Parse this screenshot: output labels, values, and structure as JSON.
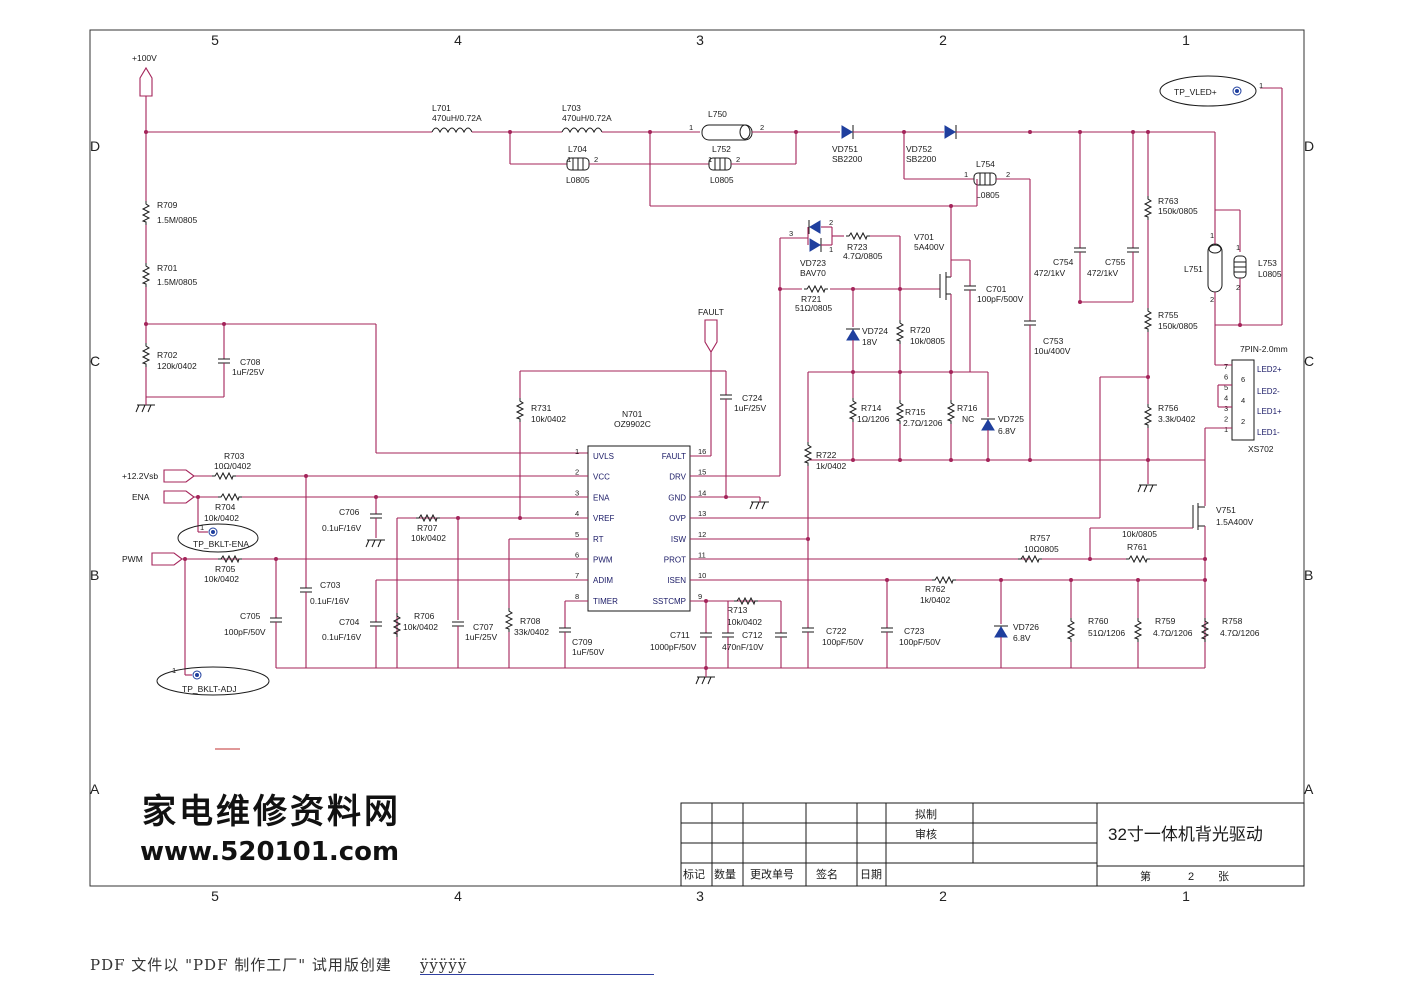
{
  "zones": {
    "top": [
      "5",
      "4",
      "3",
      "2",
      "1"
    ],
    "left": [
      "D",
      "C",
      "B",
      "A"
    ]
  },
  "rails": {
    "v100": "+100V",
    "v12": "+12.2Vsb",
    "ena": "ENA",
    "pwm": "PWM",
    "fault": "FAULT"
  },
  "testpoints": {
    "vled": "TP_VLED+",
    "bklt_ena": "TP_BKLT-ENA",
    "bklt_adj": "TP_BKLT-ADJ"
  },
  "ic": {
    "ref": "N701",
    "part": "OZ9902C",
    "left_pins": [
      {
        "num": "1",
        "name": "UVLS"
      },
      {
        "num": "2",
        "name": "VCC"
      },
      {
        "num": "3",
        "name": "ENA"
      },
      {
        "num": "4",
        "name": "VREF"
      },
      {
        "num": "5",
        "name": "RT"
      },
      {
        "num": "6",
        "name": "PWM"
      },
      {
        "num": "7",
        "name": "ADIM"
      },
      {
        "num": "8",
        "name": "TIMER"
      }
    ],
    "right_pins": [
      {
        "num": "16",
        "name": "FAULT"
      },
      {
        "num": "15",
        "name": "DRV"
      },
      {
        "num": "14",
        "name": "GND"
      },
      {
        "num": "13",
        "name": "OVP"
      },
      {
        "num": "12",
        "name": "ISW"
      },
      {
        "num": "11",
        "name": "PROT"
      },
      {
        "num": "10",
        "name": "ISEN"
      },
      {
        "num": "9",
        "name": "SSTCMP"
      }
    ]
  },
  "parts": {
    "L701": {
      "ref": "L701",
      "val": "470uH/0.72A"
    },
    "L703": {
      "ref": "L703",
      "val": "470uH/0.72A"
    },
    "L704": {
      "ref": "L704",
      "val": "L0805"
    },
    "L750": {
      "ref": "L750"
    },
    "L752": {
      "ref": "L752",
      "val": "L0805"
    },
    "L754": {
      "ref": "L754",
      "val": "L0805"
    },
    "L751": {
      "ref": "L751"
    },
    "L753": {
      "ref": "L753",
      "val": "L0805"
    },
    "VD751": {
      "ref": "VD751",
      "val": "SB2200"
    },
    "VD752": {
      "ref": "VD752",
      "val": "SB2200"
    },
    "VD723": {
      "ref": "VD723",
      "val": "BAV70"
    },
    "VD724": {
      "ref": "VD724",
      "val": "18V"
    },
    "VD725": {
      "ref": "VD725",
      "val": "6.8V"
    },
    "VD726": {
      "ref": "VD726",
      "val": "6.8V"
    },
    "V701": {
      "ref": "V701",
      "val": "5A400V"
    },
    "V751": {
      "ref": "V751",
      "val": "1.5A400V"
    },
    "R709": {
      "ref": "R709",
      "val": "1.5M/0805"
    },
    "R701": {
      "ref": "R701",
      "val": "1.5M/0805"
    },
    "R702": {
      "ref": "R702",
      "val": "120k/0402"
    },
    "C708": {
      "ref": "C708",
      "val": "1uF/25V"
    },
    "R731": {
      "ref": "R731",
      "val": "10k/0402"
    },
    "C724": {
      "ref": "C724",
      "val": "1uF/25V"
    },
    "R703": {
      "ref": "R703",
      "val": "10Ω/0402"
    },
    "R704": {
      "ref": "R704",
      "val": "10k/0402"
    },
    "R705": {
      "ref": "R705",
      "val": "10k/0402"
    },
    "C706": {
      "ref": "C706",
      "val": "0.1uF/16V"
    },
    "R707": {
      "ref": "R707",
      "val": "10k/0402"
    },
    "C703": {
      "ref": "C703",
      "val": "0.1uF/16V"
    },
    "C705": {
      "ref": "C705",
      "val": "100pF/50V"
    },
    "C704": {
      "ref": "C704",
      "val": "0.1uF/16V"
    },
    "R706": {
      "ref": "R706",
      "val": "10k/0402"
    },
    "C707": {
      "ref": "C707",
      "val": "1uF/25V"
    },
    "R708": {
      "ref": "R708",
      "val": "33k/0402"
    },
    "C709": {
      "ref": "C709",
      "val": "1uF/50V"
    },
    "C711": {
      "ref": "C711",
      "val": "1000pF/50V"
    },
    "R713": {
      "ref": "R713",
      "val": "10k/0402"
    },
    "C712": {
      "ref": "C712",
      "val": "470nF/10V"
    },
    "R723": {
      "ref": "R723",
      "val": "4.7Ω/0805"
    },
    "R721": {
      "ref": "R721",
      "val": "51Ω/0805"
    },
    "R720": {
      "ref": "R720",
      "val": "10k/0805"
    },
    "C701": {
      "ref": "C701",
      "val": "100pF/500V"
    },
    "R714": {
      "ref": "R714",
      "val": "1Ω/1206"
    },
    "R715": {
      "ref": "R715",
      "val": "2.7Ω/1206"
    },
    "R716": {
      "ref": "R716",
      "val": "NC"
    },
    "R722": {
      "ref": "R722",
      "val": "1k/0402"
    },
    "C753": {
      "ref": "C753",
      "val": "10u/400V"
    },
    "C754": {
      "ref": "C754",
      "val": "472/1kV"
    },
    "C755": {
      "ref": "C755",
      "val": "472/1kV"
    },
    "R763": {
      "ref": "R763",
      "val": "150k/0805"
    },
    "R755": {
      "ref": "R755",
      "val": "150k/0805"
    },
    "R756": {
      "ref": "R756",
      "val": "3.3k/0402"
    },
    "R757": {
      "ref": "R757",
      "val": "10Ω0805"
    },
    "R761": {
      "ref": "R761",
      "val": "10k/0805"
    },
    "R762": {
      "ref": "R762",
      "val": "1k/0402"
    },
    "C722": {
      "ref": "C722",
      "val": "100pF/50V"
    },
    "C723": {
      "ref": "C723",
      "val": "100pF/50V"
    },
    "R760": {
      "ref": "R760",
      "val": "51Ω/1206"
    },
    "R759": {
      "ref": "R759",
      "val": "4.7Ω/1206"
    },
    "R758": {
      "ref": "R758",
      "val": "4.7Ω/1206"
    }
  },
  "connector": {
    "type": "7PIN-2.0mm",
    "ref": "XS702",
    "pins": [
      "7",
      "6",
      "5",
      "4",
      "3",
      "2",
      "1"
    ],
    "nets": [
      "LED2+",
      "LED2-",
      "LED1+",
      "LED1-"
    ],
    "inner": [
      "6",
      "4",
      "2"
    ]
  },
  "pin_numbers": {
    "one": "1",
    "two": "2",
    "three": "3"
  },
  "title_block": {
    "draw": "拟制",
    "check": "审核",
    "mark": "标记",
    "qty": "数量",
    "change_no": "更改单号",
    "sign": "签名",
    "date": "日期",
    "title": "32寸一体机背光驱动",
    "sheet_label": "第",
    "sheet_num": "2",
    "sheet_unit": "张"
  },
  "watermark": {
    "cn": "家电维修资料网",
    "url": "www.520101.com"
  },
  "footer": {
    "text": "PDF 文件以 \"PDF 制作工厂\" 试用版创建",
    "trail": "ÿÿÿÿÿ"
  }
}
